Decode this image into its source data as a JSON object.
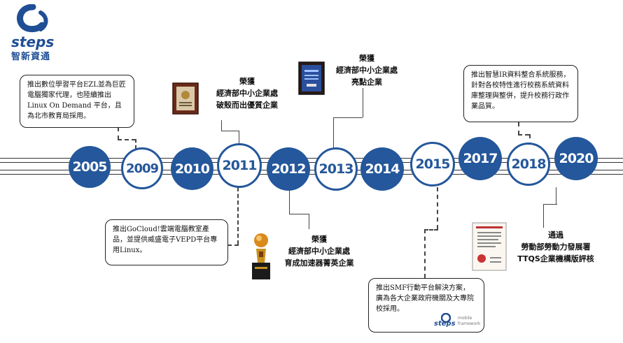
{
  "logo": {
    "wordmark": "steps",
    "sub": "智新資通"
  },
  "colors": {
    "primary": "#24579b",
    "line": "#333333"
  },
  "years": [
    "2005",
    "2009",
    "2010",
    "2011",
    "2012",
    "2013",
    "2014",
    "2015",
    "2017",
    "2018",
    "2020"
  ],
  "events": {
    "e2005": "推出數位學習平台EZL並為巨匠電腦獨家代理，也陸續推出 Linux On Demand 平台，且為北市教育局採用。",
    "e2010": "推出GoCloud!雲端電腦教室產品，並提供威盛電子VEPD平台專用Linux。",
    "e2015": "推出SMF行動平台解決方案，廣為各大企業政府機關及大專院校採用。",
    "e2018": "推出智慧IR資料整合系統服務，針對各校特性進行校務系統資料庫整理與整併，提升校務行政作業品質。"
  },
  "awards": {
    "a2011": [
      "榮獲",
      "經濟部中小企業處",
      "破殼而出優質企業"
    ],
    "a2013": [
      "榮獲",
      "經濟部中小企業處",
      "亮點企業"
    ],
    "a2012": [
      "榮獲",
      "經濟部中小企業處",
      "育成加速器菁英企業"
    ],
    "a2020": [
      "通過",
      "勞動部勞動力發展署",
      "TTQS企業機構版評核"
    ]
  },
  "smf_logo": {
    "wordmark": "steps",
    "tag1": "mobile",
    "tag2": "framework"
  }
}
